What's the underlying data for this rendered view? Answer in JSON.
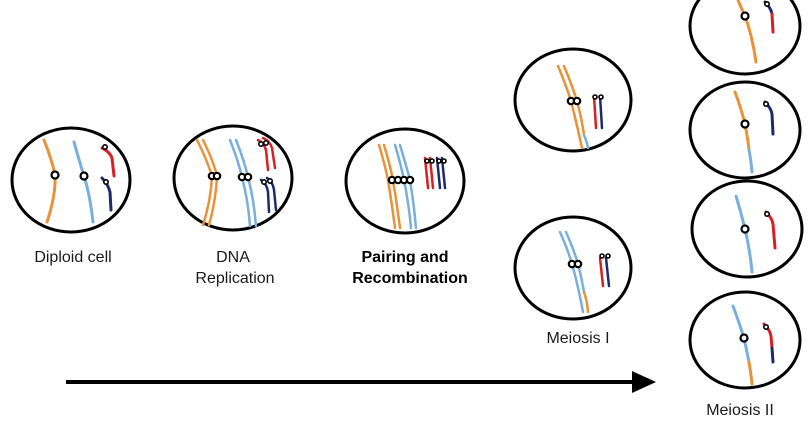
{
  "labels": {
    "diploid": "Diploid cell",
    "dna_line1": "DNA",
    "dna_line2": "Replication",
    "pairing_line1": "Pairing and",
    "pairing_line2": "Recombination",
    "meiosis1": "Meiosis I",
    "meiosis2": "Meiosis II"
  },
  "colors": {
    "long_chromosome_a": "#e8923a",
    "long_chromosome_b": "#7aaedb",
    "short_chromosome_a": "#d62024",
    "short_chromosome_b": "#1d2a6b",
    "outline": "#000000"
  }
}
